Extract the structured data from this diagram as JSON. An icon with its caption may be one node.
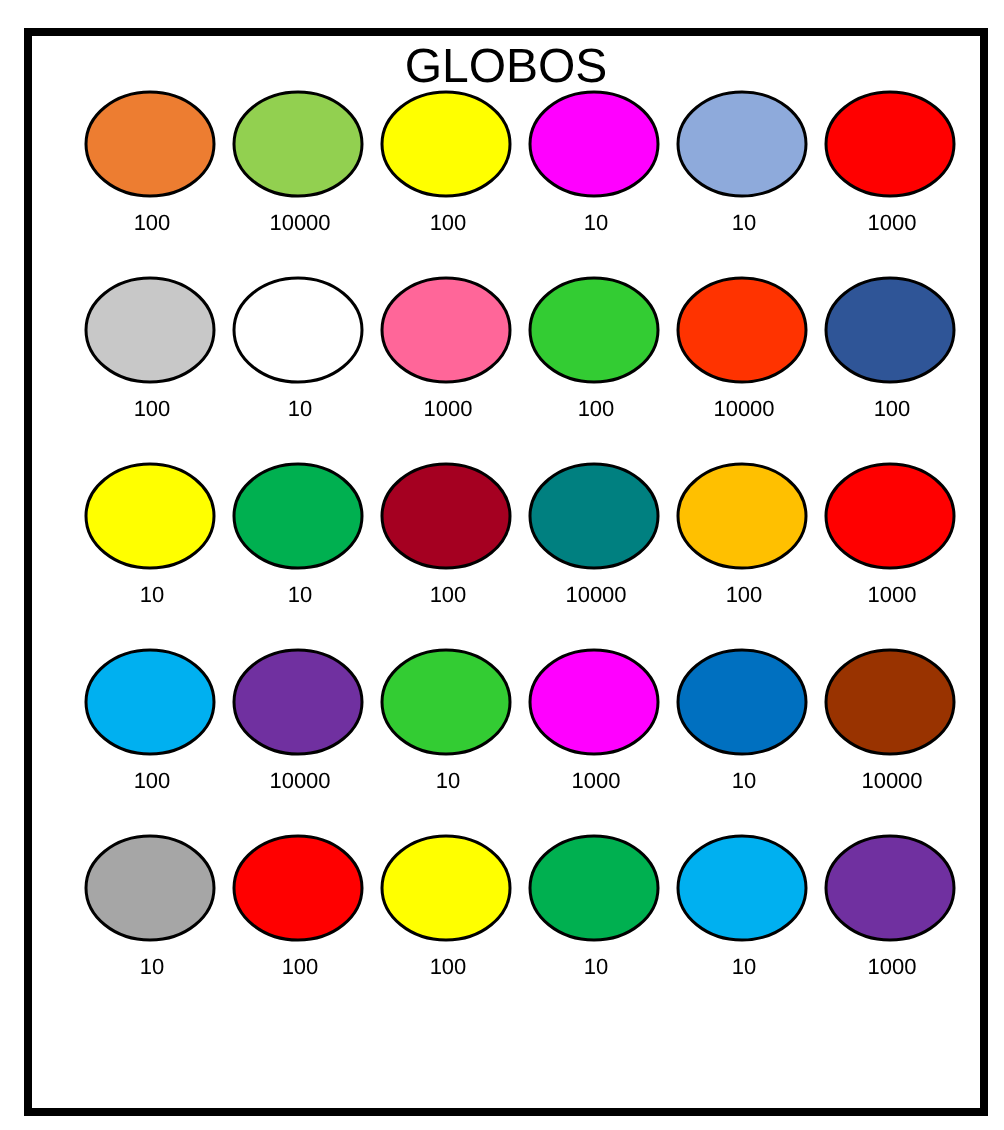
{
  "diagram": {
    "title": "GLOBOS",
    "nodes": [
      {
        "text": [],
        "shape": "circle",
        "beside": [
          "100"
        ]
      },
      {
        "text": [],
        "shape": "circle",
        "beside": [
          "10000"
        ]
      },
      {
        "text": [],
        "shape": "circle",
        "beside": [
          "100"
        ]
      },
      {
        "text": [],
        "shape": "circle",
        "beside": [
          "10"
        ]
      },
      {
        "text": [],
        "shape": "circle",
        "beside": [
          "10"
        ]
      },
      {
        "text": [],
        "shape": "circle",
        "beside": [
          "1000"
        ]
      },
      {
        "text": [],
        "shape": "circle",
        "beside": [
          "100"
        ]
      },
      {
        "text": [],
        "shape": "circle",
        "beside": [
          "10"
        ]
      },
      {
        "text": [],
        "shape": "circle",
        "beside": [
          "1000"
        ]
      },
      {
        "text": [],
        "shape": "circle",
        "beside": [
          "100"
        ]
      },
      {
        "text": [],
        "shape": "circle",
        "beside": [
          "10000"
        ]
      },
      {
        "text": [],
        "shape": "circle",
        "beside": [
          "100"
        ]
      },
      {
        "text": [],
        "shape": "circle",
        "beside": [
          "10"
        ]
      },
      {
        "text": [],
        "shape": "circle",
        "beside": [
          "10"
        ]
      },
      {
        "text": [],
        "shape": "circle",
        "beside": [
          "100"
        ]
      },
      {
        "text": [],
        "shape": "circle",
        "beside": [
          "10000"
        ]
      },
      {
        "text": [],
        "shape": "circle",
        "beside": [
          "100"
        ]
      },
      {
        "text": [],
        "shape": "circle",
        "beside": [
          "1000"
        ]
      },
      {
        "text": [],
        "shape": "circle",
        "beside": [
          "100"
        ]
      },
      {
        "text": [],
        "shape": "circle",
        "beside": [
          "10000"
        ]
      },
      {
        "text": [],
        "shape": "circle",
        "beside": [
          "10"
        ]
      },
      {
        "text": [],
        "shape": "circle",
        "beside": [
          "1000"
        ]
      },
      {
        "text": [],
        "shape": "circle",
        "beside": [
          "10"
        ]
      },
      {
        "text": [],
        "shape": "circle",
        "beside": [
          "10000"
        ]
      },
      {
        "text": [],
        "shape": "circle",
        "beside": [
          "10"
        ]
      },
      {
        "text": [],
        "shape": "circle",
        "beside": [
          "100"
        ]
      },
      {
        "text": [],
        "shape": "circle",
        "beside": [
          "100"
        ]
      },
      {
        "text": [],
        "shape": "circle",
        "beside": [
          "10"
        ]
      },
      {
        "text": [],
        "shape": "circle",
        "beside": [
          "10"
        ]
      },
      {
        "text": [],
        "shape": "circle",
        "beside": [
          "1000"
        ]
      }
    ]
  }
}
